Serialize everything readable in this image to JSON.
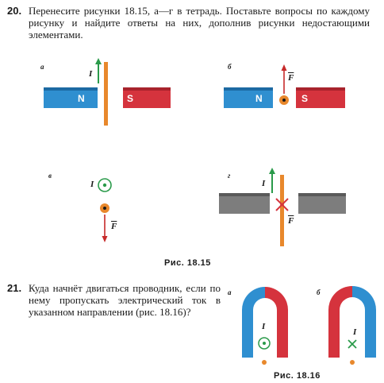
{
  "task20": {
    "number": "20.",
    "text": "Перенесите рисунки 18.15, а—г в тетрадь. Поставьте вопросы по каждому рисунку и найдите ответы на них, дополнив рисунки недостающими элементами."
  },
  "figure1815": {
    "caption": "Рис.  18.15",
    "panels": {
      "a": {
        "label": "а",
        "pole_left": "N",
        "pole_right": "S",
        "current": "I"
      },
      "b": {
        "label": "б",
        "pole_left": "N",
        "pole_right": "S",
        "force": "F"
      },
      "v": {
        "label": "в",
        "current": "I",
        "force": "F"
      },
      "g": {
        "label": "г",
        "current": "I",
        "force": "F"
      }
    }
  },
  "task21": {
    "number": "21.",
    "text": "Куда начнёт двигаться проводник, если по нему пропускать электрический ток в указанном направлении (рис. 18.16)?"
  },
  "figure1816": {
    "caption": "Рис.  18.16",
    "panels": {
      "a": {
        "label": "а",
        "current": "I"
      },
      "b": {
        "label": "б",
        "current": "I"
      }
    }
  },
  "colors": {
    "north": "#2f8fd0",
    "south": "#d5333d",
    "conductor": "#e8882c",
    "arrow_green": "#2a9a4a",
    "arrow_red": "#c62a2a",
    "iron": "#7d7d7d"
  }
}
